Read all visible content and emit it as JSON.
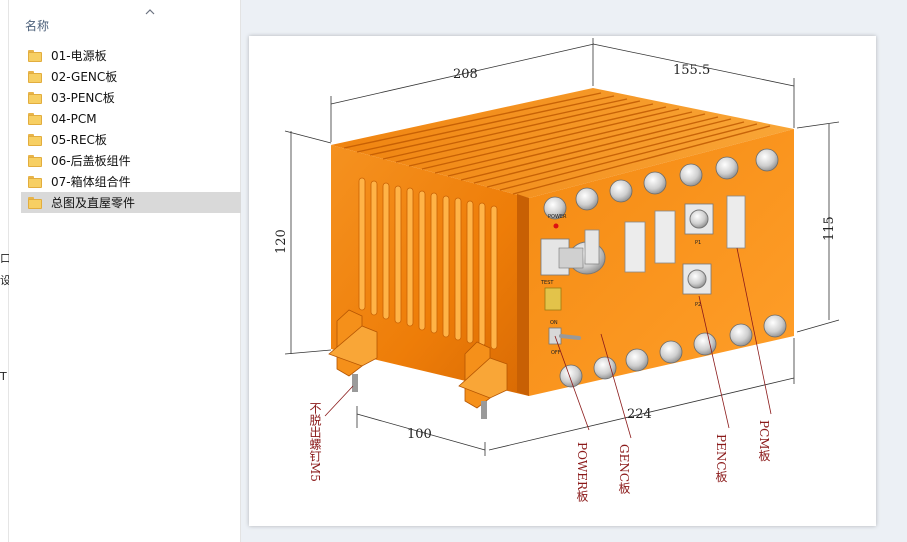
{
  "explorer": {
    "column_header": "名称",
    "items": [
      {
        "label": "01-电源板",
        "selected": false
      },
      {
        "label": "02-GENC板",
        "selected": false
      },
      {
        "label": "03-PENC板",
        "selected": false
      },
      {
        "label": "04-PCM",
        "selected": false
      },
      {
        "label": "05-REC板",
        "selected": false
      },
      {
        "label": "06-后盖板组件",
        "selected": false
      },
      {
        "label": "07-箱体组合件",
        "selected": false
      },
      {
        "label": "总图及直屋零件",
        "selected": true
      }
    ]
  },
  "left_edge": {
    "glyphs": [
      "口",
      "设",
      "T"
    ]
  },
  "drawing": {
    "dimensions": {
      "top_width": "208",
      "top_depth": "155.5",
      "height_left": "120",
      "height_right": "115",
      "bottom_width": "100",
      "bottom_length": "224"
    },
    "callouts": {
      "screw": "不脱出螺钉M5",
      "power": "POWER板",
      "genc": "GENC板",
      "penc": "PENC板",
      "pcm": "PCM板"
    },
    "panel_labels": {
      "power": "POWER",
      "on": "ON",
      "off": "OFF",
      "p1": "P1",
      "p2": "P2",
      "test": "TEST"
    }
  },
  "colors": {
    "housing": "#f07f08",
    "housing_light": "#f9a637",
    "housing_dark": "#c86004",
    "dimension_line": "#333333",
    "callout_text": "#8b1a1a",
    "folder": "#f7cf63",
    "selection": "#d9d9d9"
  }
}
